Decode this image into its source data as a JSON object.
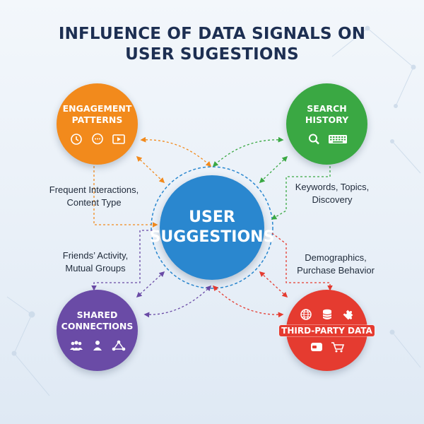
{
  "title": {
    "line1": "INFLUENCE OF DATA SIGNALS ON",
    "line2": "USER SUGESTIONS"
  },
  "center": {
    "line1": "USER",
    "line2": "SUGGESTIONS",
    "color": "#2a87cf"
  },
  "nodes": {
    "engagement": {
      "line1": "ENGAGEMENT",
      "line2": "PATTERNS",
      "color": "#f28a1c",
      "icons": [
        "clock-icon",
        "chat-bubble-icon",
        "video-play-icon"
      ]
    },
    "search": {
      "line1": "SEARCH",
      "line2": "HISTORY",
      "color": "#3aa843",
      "icons": [
        "magnifier-icon",
        "keyboard-icon"
      ]
    },
    "shared": {
      "line1": "SHARED",
      "line2": "CONNECTIONS",
      "color": "#6a4ba6",
      "icons": [
        "group-icon",
        "person-icon",
        "network-icon"
      ]
    },
    "third_party": {
      "line1": "THIRD-PARTY DATA",
      "color": "#e53b30",
      "icons": [
        "globe-icon",
        "database-icon",
        "puzzle-icon",
        "storage-icon",
        "cart-icon"
      ]
    }
  },
  "annotations": {
    "engagement": {
      "line1": "Frequent Interactions,",
      "line2": "Content Type"
    },
    "search": {
      "line1": "Keywords, Topics,",
      "line2": "Discovery"
    },
    "shared": {
      "line1": "Friends’ Activity,",
      "line2": "Mutual Groups"
    },
    "third_party": {
      "line1": "Demographics,",
      "line2": "Purchase Behavior"
    }
  }
}
